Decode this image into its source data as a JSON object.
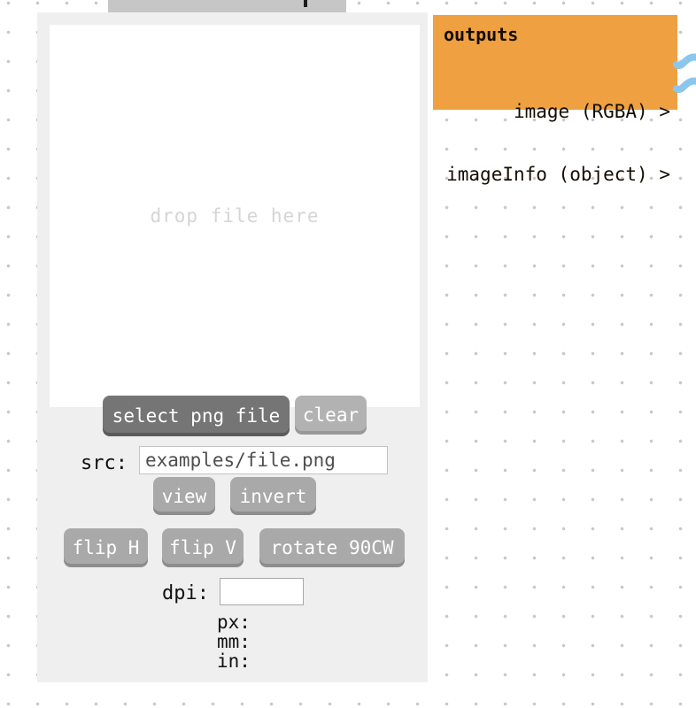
{
  "node": {
    "drop_zone": {
      "label": "drop file here"
    },
    "buttons": {
      "select": "select png file",
      "clear": "clear",
      "view": "view",
      "invert": "invert",
      "flip_h": "flip H",
      "flip_v": "flip V",
      "rotate": "rotate 90CW"
    },
    "src": {
      "label": "src:",
      "value": "examples/file.png"
    },
    "dpi": {
      "label": "dpi:",
      "value": ""
    },
    "stats": {
      "px": "px:",
      "mm": "mm:",
      "in": "in:"
    }
  },
  "outputs_panel": {
    "title": "outputs",
    "ports": [
      {
        "label": "image (RGBA) >"
      },
      {
        "label": "imageInfo (object) >"
      }
    ]
  },
  "colors": {
    "outputs_bg": "#efa041",
    "wire_blue": "#8bc7ec",
    "panel_gray": "#efefef",
    "title_bar_gray": "#c6c6c6",
    "dot_grid": "#c9c9c9",
    "button_dark": "#757575",
    "button_light": "#b2b2b2"
  }
}
